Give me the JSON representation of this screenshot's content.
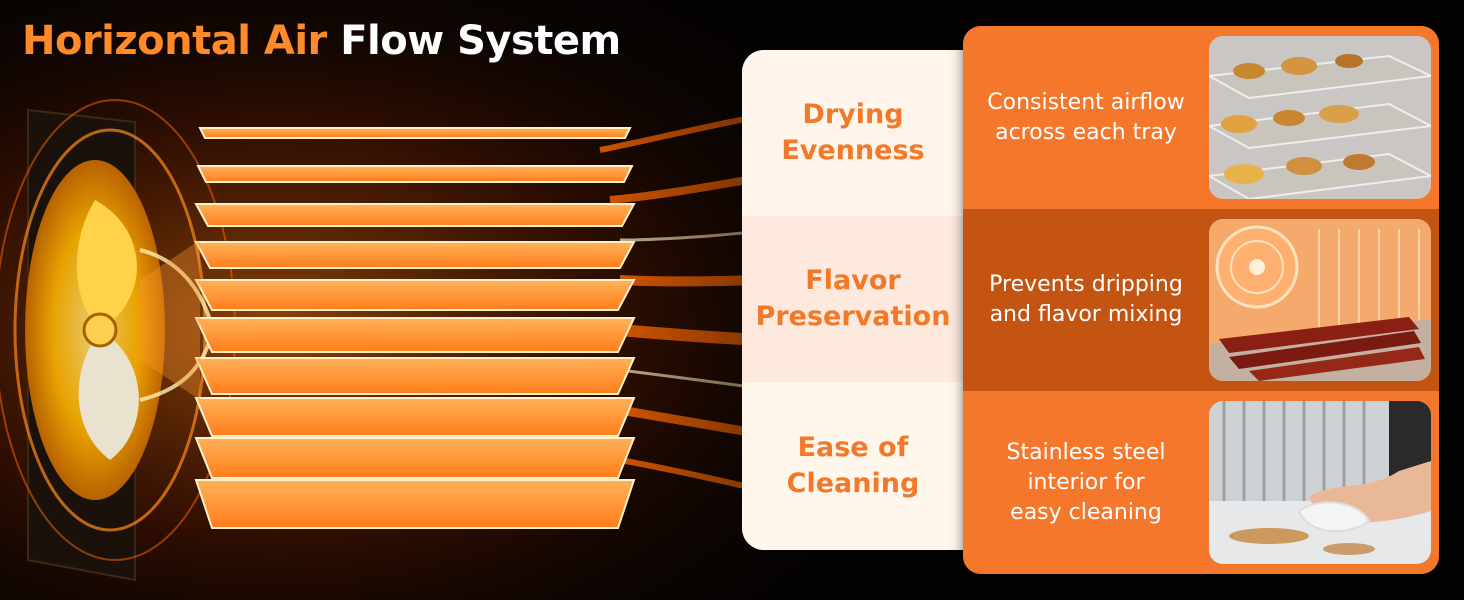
{
  "title": {
    "accent": "Horizontal Air",
    "rest": "Flow System"
  },
  "features": [
    {
      "label": "Drying\nEvenness",
      "description": "Consistent airflow\nacross each tray",
      "photo": "dried-fruit-trays-photo"
    },
    {
      "label": "Flavor\nPreservation",
      "description": "Prevents dripping\nand flavor mixing",
      "photo": "jerky-tray-with-fan-photo"
    },
    {
      "label": "Ease of\nCleaning",
      "description": "Stainless steel\ninterior for\neasy cleaning",
      "photo": "wiping-interior-photo"
    }
  ],
  "tray_count": 10,
  "colors": {
    "accent": "#ff8a2a",
    "label_text": "#f2792a",
    "panel_orange": "#f5772c",
    "panel_dark_orange": "#c45412",
    "label_bg": "#fff5ea"
  }
}
